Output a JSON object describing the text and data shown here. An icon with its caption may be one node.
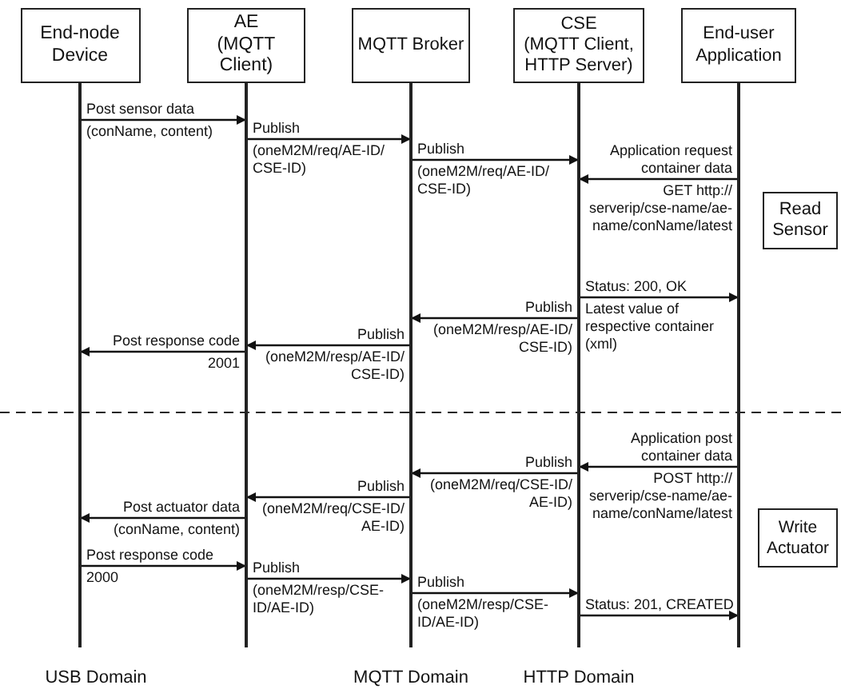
{
  "diagram": {
    "nodes": [
      {
        "text": [
          "End-node Device"
        ],
        "beside": [
          "USB Domain"
        ]
      },
      {
        "text": [
          "AE",
          "(MQTT Client)"
        ]
      },
      {
        "text": [
          "MQTT Broker"
        ],
        "beside": [
          "MQTT Domain"
        ]
      },
      {
        "text": [
          "CSE",
          "(MQTT Client, HTTP Server)"
        ],
        "beside": [
          "HTTP Domain"
        ]
      },
      {
        "text": [
          "End-user Application"
        ]
      },
      {
        "text": [
          "Read Sensor"
        ]
      },
      {
        "text": [
          "Write Actuator"
        ]
      }
    ],
    "edges": [
      {
        "from": 0,
        "to": 1,
        "arrow": "to",
        "label": "Post sensor data"
      },
      {
        "from": 1,
        "to": 2,
        "arrow": "to",
        "label": "Publish"
      },
      {
        "from": 2,
        "to": 3,
        "arrow": "to",
        "label": "Publish"
      },
      {
        "from": 4,
        "to": 3,
        "arrow": "to",
        "label": "Application request container data"
      },
      {
        "from": 3,
        "to": 4,
        "arrow": "to",
        "label": "Status: 200, OK"
      },
      {
        "from": 3,
        "to": 2,
        "arrow": "to",
        "label": "Publish"
      },
      {
        "from": 2,
        "to": 1,
        "arrow": "to",
        "label": "Publish"
      },
      {
        "from": 1,
        "to": 0,
        "arrow": "to",
        "label": "Post response code"
      },
      {
        "from": 4,
        "to": 3,
        "arrow": "to",
        "label": "Application post container data"
      },
      {
        "from": 3,
        "to": 2,
        "arrow": "to",
        "label": "Publish"
      },
      {
        "from": 2,
        "to": 1,
        "arrow": "to",
        "label": "Publish"
      },
      {
        "from": 1,
        "to": 0,
        "arrow": "to",
        "label": "Post actuator data"
      },
      {
        "from": 0,
        "to": 1,
        "arrow": "to",
        "label": "Post response code"
      },
      {
        "from": 1,
        "to": 2,
        "arrow": "to",
        "label": "Publish"
      },
      {
        "from": 2,
        "to": 3,
        "arrow": "to",
        "label": "Publish"
      },
      {
        "from": 3,
        "to": 4,
        "arrow": "to",
        "label": "Status: 201, CREATED"
      }
    ],
    "labels": [
      "(conName, content)",
      "(oneM2M/req/AE-ID/ CSE-ID)",
      "(oneM2M/req/AE-ID/ CSE-ID)",
      "GET http:// serverip/cse-name/ae-name/conName/latest",
      "Latest value of respective container (xml)",
      "(oneM2M/resp/AE-ID/ CSE-ID)",
      "(oneM2M/resp/AE-ID/ CSE-ID)",
      "2001",
      "POST http:// serverip/cse-name/ae-name/conName/latest",
      "(oneM2M/req/CSE-ID/ AE-ID)",
      "(oneM2M/req/CSE-ID/ AE-ID)",
      "(conName, content)",
      "2000",
      "(oneM2M/resp/CSE-ID/AE-ID)",
      "(oneM2M/resp/CSE-ID/AE-ID)"
    ]
  }
}
